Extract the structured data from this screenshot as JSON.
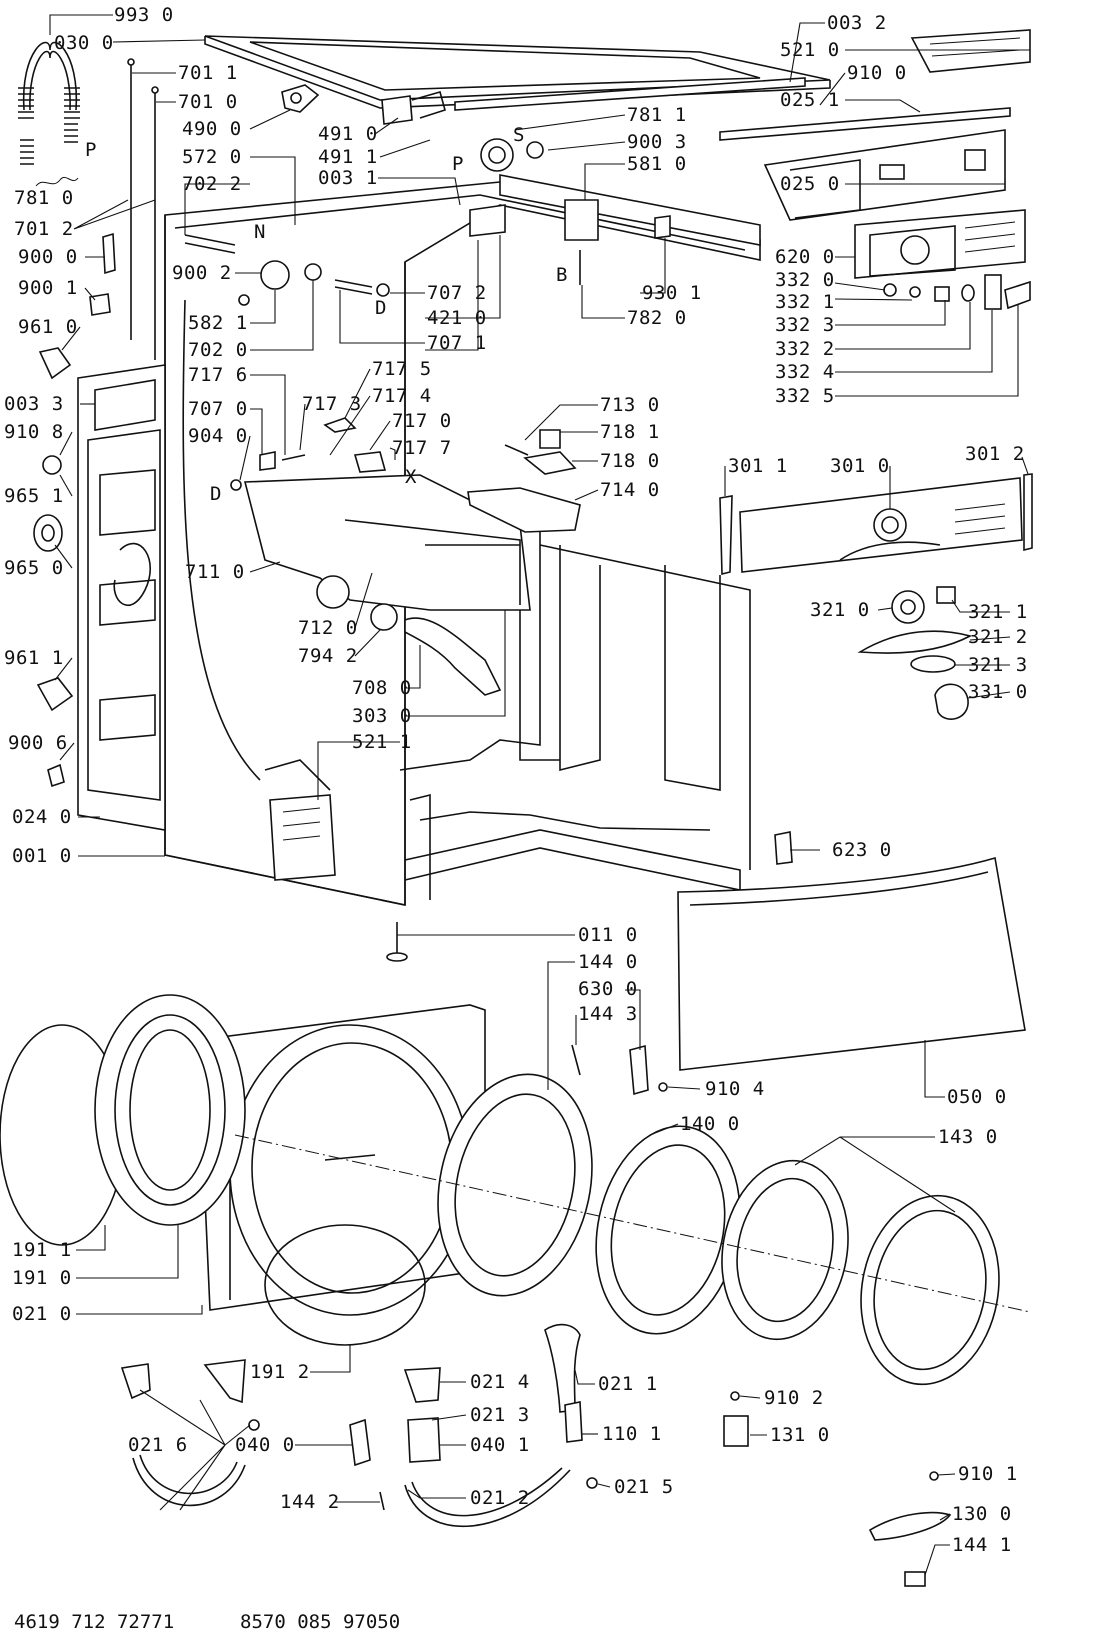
{
  "callouts": [
    {
      "id": "c9930",
      "label": "993 0"
    },
    {
      "id": "c0300",
      "label": "030 0"
    },
    {
      "id": "c7011",
      "label": "701 1"
    },
    {
      "id": "c7010",
      "label": "701 0"
    },
    {
      "id": "c4900",
      "label": "490 0"
    },
    {
      "id": "c5720",
      "label": "572 0"
    },
    {
      "id": "c7022",
      "label": "702 2"
    },
    {
      "id": "c7812",
      "label": "781 0"
    },
    {
      "id": "c7012",
      "label": "701 2"
    },
    {
      "id": "c9000",
      "label": "900 0"
    },
    {
      "id": "c9001",
      "label": "900 1"
    },
    {
      "id": "c9610",
      "label": "961 0"
    },
    {
      "id": "c0033",
      "label": "003 3"
    },
    {
      "id": "c9108",
      "label": "910 8"
    },
    {
      "id": "c9651",
      "label": "965 1"
    },
    {
      "id": "c9650",
      "label": "965 0"
    },
    {
      "id": "c9611",
      "label": "961 1"
    },
    {
      "id": "c9006",
      "label": "900 6"
    },
    {
      "id": "c0240",
      "label": "024 0"
    },
    {
      "id": "c0010",
      "label": "001 0"
    },
    {
      "id": "c4910",
      "label": "491 0"
    },
    {
      "id": "c4911",
      "label": "491 1"
    },
    {
      "id": "c0031",
      "label": "003 1"
    },
    {
      "id": "c9002",
      "label": "900 2"
    },
    {
      "id": "c5821",
      "label": "582 1"
    },
    {
      "id": "c7020",
      "label": "702 0"
    },
    {
      "id": "c7176",
      "label": "717 6"
    },
    {
      "id": "c7070",
      "label": "707 0"
    },
    {
      "id": "c9040",
      "label": "904 0"
    },
    {
      "id": "c7173",
      "label": "717 3"
    },
    {
      "id": "c7175",
      "label": "717 5"
    },
    {
      "id": "c7174",
      "label": "717 4"
    },
    {
      "id": "c7170",
      "label": "717 0"
    },
    {
      "id": "c7177",
      "label": "717 7"
    },
    {
      "id": "c7110",
      "label": "711 0"
    },
    {
      "id": "c7120",
      "label": "712 0"
    },
    {
      "id": "c7942",
      "label": "794 2"
    },
    {
      "id": "c7080",
      "label": "708 0"
    },
    {
      "id": "c3030",
      "label": "303 0"
    },
    {
      "id": "c5211",
      "label": "521 1"
    },
    {
      "id": "c7072",
      "label": "707 2"
    },
    {
      "id": "c4210",
      "label": "421 0"
    },
    {
      "id": "c7071",
      "label": "707 1"
    },
    {
      "id": "c7811",
      "label": "781 1"
    },
    {
      "id": "c9003",
      "label": "900 3"
    },
    {
      "id": "c5810",
      "label": "581 0"
    },
    {
      "id": "c9301",
      "label": "930 1"
    },
    {
      "id": "c7820",
      "label": "782 0"
    },
    {
      "id": "c7130",
      "label": "713 0"
    },
    {
      "id": "c7181",
      "label": "718 1"
    },
    {
      "id": "c7180",
      "label": "718 0"
    },
    {
      "id": "c7140",
      "label": "714 0"
    },
    {
      "id": "c0032",
      "label": "003 2"
    },
    {
      "id": "c5210",
      "label": "521 0"
    },
    {
      "id": "c9100",
      "label": "910 0"
    },
    {
      "id": "c0251",
      "label": "025 1"
    },
    {
      "id": "c0250",
      "label": "025 0"
    },
    {
      "id": "c6200",
      "label": "620 0"
    },
    {
      "id": "c3320",
      "label": "332 0"
    },
    {
      "id": "c3321",
      "label": "332 1"
    },
    {
      "id": "c3323",
      "label": "332 3"
    },
    {
      "id": "c3322",
      "label": "332 2"
    },
    {
      "id": "c3324",
      "label": "332 4"
    },
    {
      "id": "c3325",
      "label": "332 5"
    },
    {
      "id": "c3011",
      "label": "301 1"
    },
    {
      "id": "c3010",
      "label": "301 0"
    },
    {
      "id": "c3012",
      "label": "301 2"
    },
    {
      "id": "c3210",
      "label": "321 0"
    },
    {
      "id": "c3211",
      "label": "321 1"
    },
    {
      "id": "c3212",
      "label": "321 2"
    },
    {
      "id": "c3213",
      "label": "321 3"
    },
    {
      "id": "c3310",
      "label": "331 0"
    },
    {
      "id": "c6230",
      "label": "623 0"
    },
    {
      "id": "c0110",
      "label": "011 0"
    },
    {
      "id": "c1440",
      "label": "144 0"
    },
    {
      "id": "c6300",
      "label": "630 0"
    },
    {
      "id": "c1443",
      "label": "144 3"
    },
    {
      "id": "c9104",
      "label": "910 4"
    },
    {
      "id": "c0500",
      "label": "050 0"
    },
    {
      "id": "c1400",
      "label": "140 0"
    },
    {
      "id": "c1430",
      "label": "143 0"
    },
    {
      "id": "c1911",
      "label": "191 1"
    },
    {
      "id": "c1910",
      "label": "191 0"
    },
    {
      "id": "c0210",
      "label": "021 0"
    },
    {
      "id": "c1912",
      "label": "191 2"
    },
    {
      "id": "c0214",
      "label": "021 4"
    },
    {
      "id": "c0211",
      "label": "021 1"
    },
    {
      "id": "c0213",
      "label": "021 3"
    },
    {
      "id": "c0216",
      "label": "021 6"
    },
    {
      "id": "c0400",
      "label": "040 0"
    },
    {
      "id": "c0401",
      "label": "040 1"
    },
    {
      "id": "c1101",
      "label": "110 1"
    },
    {
      "id": "c1442",
      "label": "144 2"
    },
    {
      "id": "c0212",
      "label": "021 2"
    },
    {
      "id": "c0215",
      "label": "021 5"
    },
    {
      "id": "c9102",
      "label": "910 2"
    },
    {
      "id": "c1310",
      "label": "131 0"
    },
    {
      "id": "c9101",
      "label": "910 1"
    },
    {
      "id": "c1300",
      "label": "130 0"
    },
    {
      "id": "c1441",
      "label": "144 1"
    }
  ],
  "letters": [
    {
      "id": "L_P1",
      "label": "P"
    },
    {
      "id": "L_S",
      "label": "S"
    },
    {
      "id": "L_P2",
      "label": "P"
    },
    {
      "id": "L_N",
      "label": "N"
    },
    {
      "id": "L_D1",
      "label": "D"
    },
    {
      "id": "L_B",
      "label": "B"
    },
    {
      "id": "L_X",
      "label": "X"
    },
    {
      "id": "L_D2",
      "label": "D"
    }
  ],
  "footer": {
    "left": "4619 712 72771",
    "right": "8570 085 97050"
  }
}
